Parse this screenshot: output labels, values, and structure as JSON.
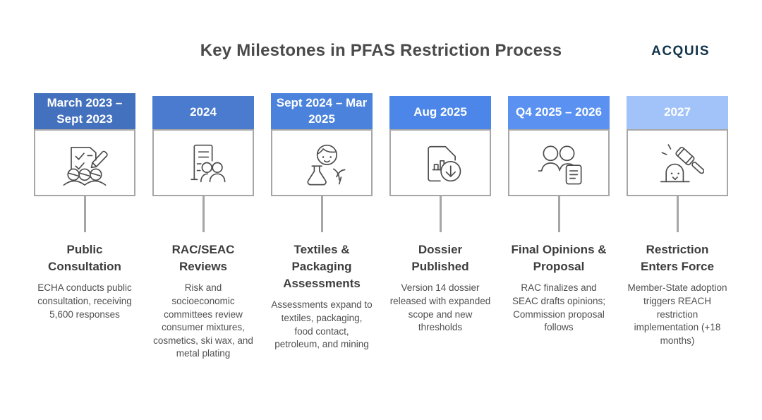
{
  "page": {
    "title": "Key Milestones in PFAS Restriction Process",
    "logo_text": "ACQUIS"
  },
  "colors": {
    "logo": "#12344a",
    "title_text": "#4a4a4a",
    "header_text": "#ffffff",
    "box_border": "#a6a6a6",
    "connector": "#a6a6a6",
    "icon_stroke": "#4d4d4d"
  },
  "milestones": [
    {
      "date": "March 2023 – Sept 2023",
      "title": "Public Consultation",
      "description": "ECHA conducts public consultation, receiving 5,600 responses",
      "icon": "survey-checklist-people-icon",
      "header_color": "#4471bd"
    },
    {
      "date": "2024",
      "title": "RAC/SEAC Reviews",
      "description": "Risk and socioeconomic committees review consumer mixtures, cosmetics, ski wax, and metal plating",
      "icon": "document-committee-icon",
      "header_color": "#4a7bce"
    },
    {
      "date": "Sept 2024 – Mar 2025",
      "title": "Textiles & Packaging Assessments",
      "description": "Assessments expand to textiles, packaging, food contact, petroleum, and mining",
      "icon": "scientist-flask-icon",
      "header_color": "#4a82dc"
    },
    {
      "date": "Aug 2025",
      "title": "Dossier Published",
      "description": "Version 14 dossier released with expanded scope and new thresholds",
      "icon": "document-download-icon",
      "header_color": "#4c86e8"
    },
    {
      "date": "Q4 2025 – 2026",
      "title": "Final Opinions & Proposal",
      "description": "RAC finalizes and SEAC drafts opinions; Commission proposal follows",
      "icon": "people-document-icon",
      "header_color": "#5b92f2"
    },
    {
      "date": "2027",
      "title": "Restriction Enters Force",
      "description": "Member-State adoption triggers REACH restriction implementation (+18 months)",
      "icon": "gavel-impact-icon",
      "header_color": "#a2c3f9"
    }
  ]
}
